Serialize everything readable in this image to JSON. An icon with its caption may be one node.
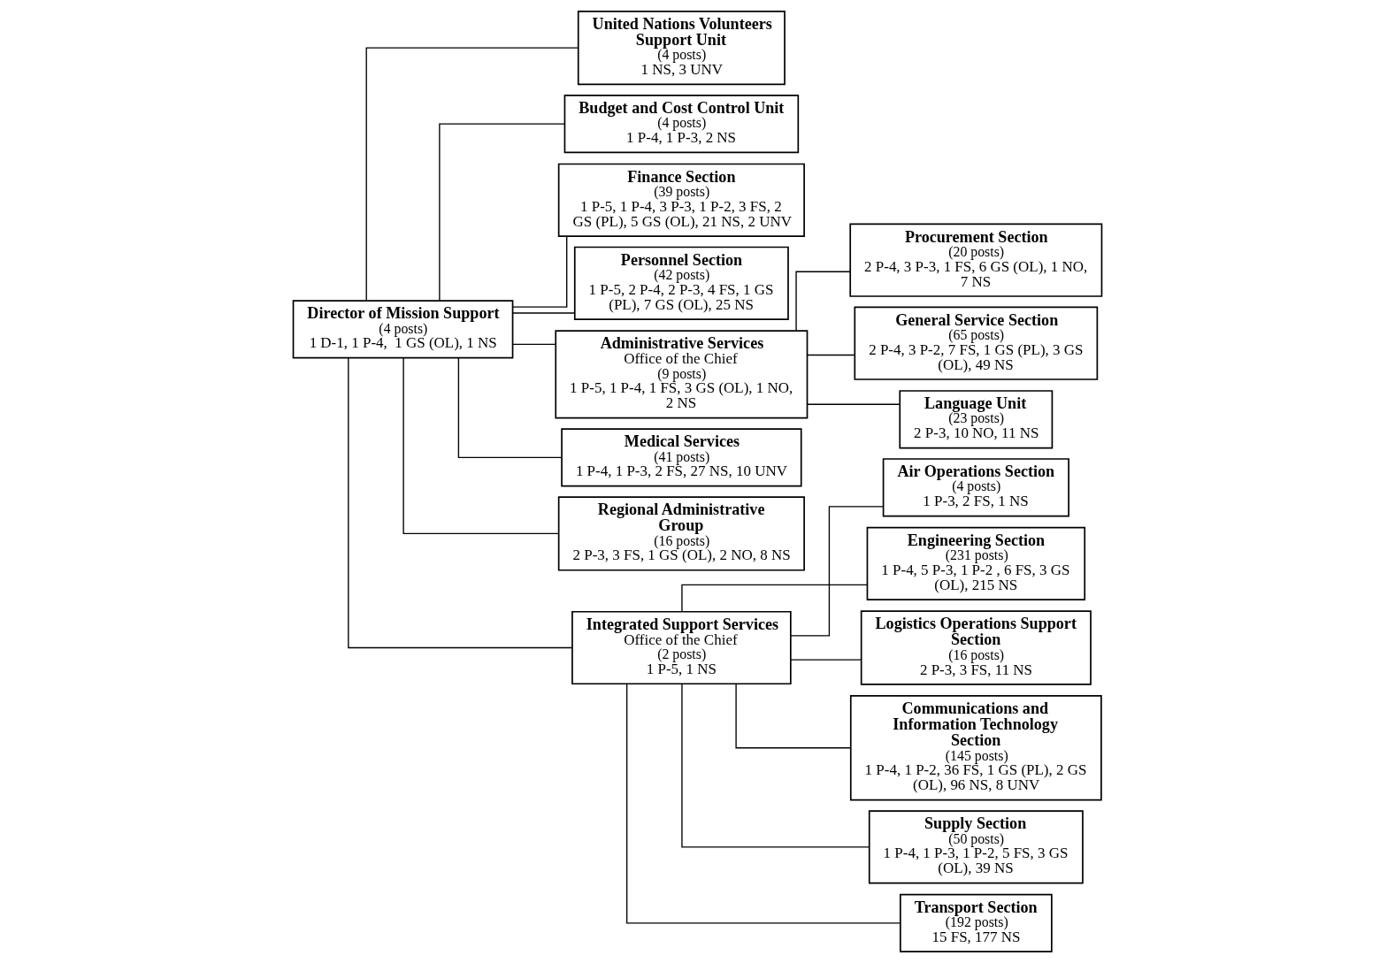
{
  "diagram": {
    "nodes": [
      {
        "text": [
          "Director of Mission Support",
          "(4 posts)",
          "1 D-1, 1 P-4,  1 GS (OL), 1 NS"
        ]
      },
      {
        "text": [
          "United Nations Volunteers Support Unit",
          "(4 posts)",
          "1 NS, 3 UNV"
        ]
      },
      {
        "text": [
          "Budget and Cost Control Unit",
          "(4 posts)",
          "1 P-4, 1 P-3, 2 NS"
        ]
      },
      {
        "text": [
          "Finance Section",
          "(39 posts)",
          "1 P-5, 1 P-4, 3 P-3, 1 P-2, 3 FS, 2 GS (PL), 5 GS (OL), 21 NS, 2 UNV"
        ]
      },
      {
        "text": [
          "Personnel Section",
          "(42 posts)",
          "1 P-5, 2 P-4, 2 P-3, 4 FS, 1 GS (PL), 7 GS (OL), 25 NS"
        ]
      },
      {
        "text": [
          "Administrative Services",
          "Office of the Chief",
          "(9 posts)",
          "1 P-5, 1 P-4, 1 FS, 3 GS (OL), 1 NO, 2 NS"
        ]
      },
      {
        "text": [
          "Procurement Section",
          "(20 posts)",
          "2 P-4, 3 P-3, 1 FS, 6 GS (OL), 1 NO, 7 NS"
        ]
      },
      {
        "text": [
          "General Service Section",
          "(65 posts)",
          "2 P-4, 3 P-2, 7 FS, 1 GS (PL), 3 GS (OL), 49 NS"
        ]
      },
      {
        "text": [
          "Language Unit",
          "(23 posts)",
          "2 P-3, 10 NO, 11 NS"
        ]
      },
      {
        "text": [
          "Medical Services",
          "(41 posts)",
          "1 P-4, 1 P-3, 2 FS, 27 NS, 10 UNV"
        ]
      },
      {
        "text": [
          "Regional Administrative Group",
          "(16 posts)",
          "2 P-3, 3 FS, 1 GS (OL), 2 NO, 8 NS"
        ]
      },
      {
        "text": [
          "Integrated Support Services",
          "Office of the Chief",
          "(2 posts)",
          "1 P-5, 1 NS"
        ]
      },
      {
        "text": [
          "Air Operations Section",
          "(4 posts)",
          "1 P-3, 2 FS, 1 NS"
        ]
      },
      {
        "text": [
          "Engineering Section",
          "(231 posts)",
          "1 P-4, 5 P-3, 1 P-2 , 6 FS, 3 GS (OL), 215 NS"
        ]
      },
      {
        "text": [
          "Logistics Operations Support Section",
          "(16 posts)",
          "2 P-3, 3 FS, 11 NS"
        ]
      },
      {
        "text": [
          "Communications and Information Technology Section",
          "(145 posts)",
          "1 P-4, 1 P-2, 36 FS, 1 GS (PL), 2 GS (OL), 96 NS, 8 UNV"
        ]
      },
      {
        "text": [
          "Supply Section",
          "(50 posts)",
          "1 P-4, 1 P-3, 1 P-2, 5 FS, 3 GS (OL), 39 NS"
        ]
      },
      {
        "text": [
          "Transport Section",
          "(192 posts)",
          "15 FS, 177 NS"
        ]
      }
    ],
    "edges": [
      {
        "from": 0,
        "to": 1,
        "arrow": "none"
      },
      {
        "from": 0,
        "to": 2,
        "arrow": "none"
      },
      {
        "from": 0,
        "to": 3,
        "arrow": "none"
      },
      {
        "from": 0,
        "to": 4,
        "arrow": "none"
      },
      {
        "from": 0,
        "to": 5,
        "arrow": "none"
      },
      {
        "from": 0,
        "to": 9,
        "arrow": "none"
      },
      {
        "from": 0,
        "to": 10,
        "arrow": "none"
      },
      {
        "from": 0,
        "to": 11,
        "arrow": "none"
      },
      {
        "from": 5,
        "to": 6,
        "arrow": "none"
      },
      {
        "from": 5,
        "to": 7,
        "arrow": "none"
      },
      {
        "from": 5,
        "to": 8,
        "arrow": "none"
      },
      {
        "from": 11,
        "to": 12,
        "arrow": "none"
      },
      {
        "from": 11,
        "to": 13,
        "arrow": "none"
      },
      {
        "from": 11,
        "to": 14,
        "arrow": "none"
      },
      {
        "from": 11,
        "to": 15,
        "arrow": "none"
      },
      {
        "from": 11,
        "to": 16,
        "arrow": "none"
      },
      {
        "from": 11,
        "to": 17,
        "arrow": "none"
      }
    ]
  }
}
